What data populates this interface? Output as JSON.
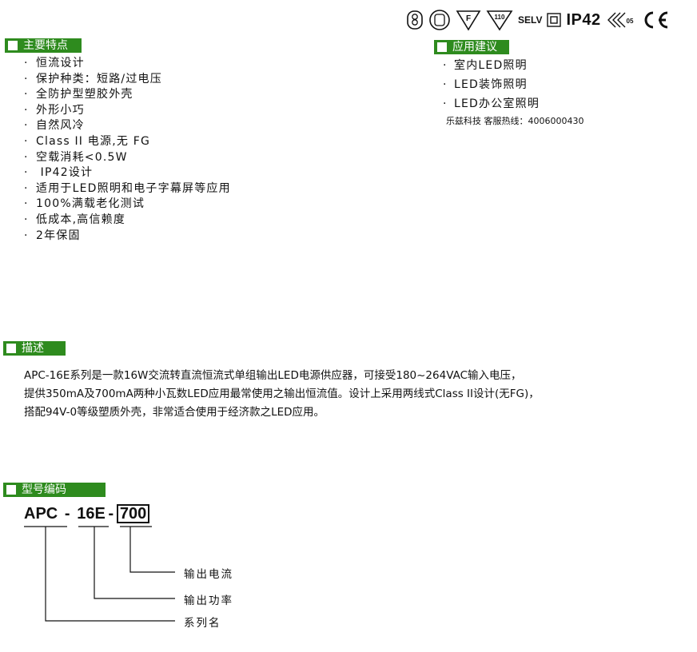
{
  "certifications": {
    "selv": "SELV",
    "ip": "IP42",
    "f_mark": "F",
    "temp_mark": "110",
    "ccc_sub": "05"
  },
  "features": {
    "title": "主要特点",
    "items": [
      "恒流设计",
      "保护种类：短路/过电压",
      "全防护型塑胶外壳",
      "外形小巧",
      "自然风冷",
      "Class II 电源,无 FG",
      "空载消耗<0.5W",
      " IP42设计",
      "适用于LED照明和电子字幕屏等应用",
      "100%满载老化测试",
      "低成本,高信赖度",
      "2年保固"
    ]
  },
  "applications": {
    "title": "应用建议",
    "items": [
      "室内LED照明",
      "LED装饰照明",
      "LED办公室照明"
    ],
    "hotline": "乐兹科技 客服热线：4006000430"
  },
  "description": {
    "title": "描述",
    "lines": [
      "APC-16E系列是一款16W交流转直流恒流式单组输出LED电源供应器，可接受180~264VAC输入电压，",
      "提供350mA及700mA两种小瓦数LED应用最常使用之输出恒流值。设计上采用两线式Class II设计(无FG)，",
      "搭配94V-0等级塑质外壳，非常适合使用于经济款之LED应用。"
    ]
  },
  "model_code": {
    "title": "型号编码",
    "series": "APC",
    "sep": "-",
    "power": "16E",
    "current": "700",
    "labels": {
      "current": "输出电流",
      "power": "输出功率",
      "series": "系列名"
    }
  },
  "colors": {
    "header_green": "#2e8b1e"
  }
}
